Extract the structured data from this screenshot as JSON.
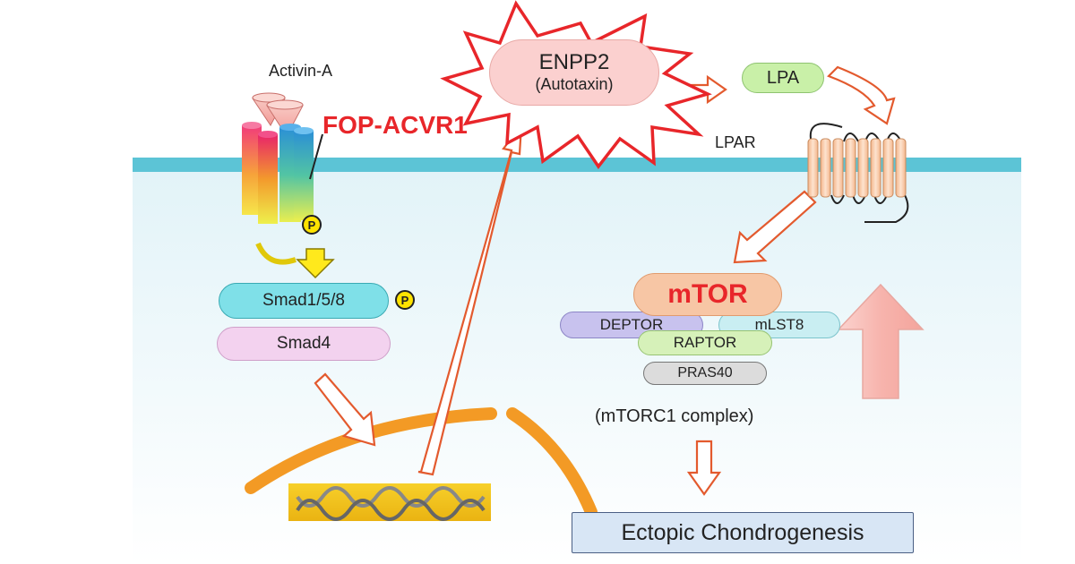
{
  "labels": {
    "activin": "Activin-A",
    "fop_acvr1": "FOP-ACVR1",
    "enpp2": "ENPP2",
    "autotaxin": "(Autotaxin)",
    "lpa": "LPA",
    "lpar": "LPAR",
    "p": "P",
    "smad158": "Smad1/5/8",
    "smad4": "Smad4",
    "mtor": "mTOR",
    "deptor": "DEPTOR",
    "mlst8": "mLST8",
    "raptor": "RAPTOR",
    "pras40": "PRAS40",
    "mtorc1": "(mTORC1 complex)",
    "ectopic": "Ectopic Chondrogenesis"
  },
  "colors": {
    "membrane": "#5cc4d6",
    "cytoplasm_top": "#e4f4f8",
    "mtor_pill": "#f7c6a5",
    "fop_text": "#e8262a",
    "mtor_text": "#e8262a",
    "smad158_pill": "#7fe0e8",
    "smad4_pill": "#f3d2ef",
    "lpa_pill": "#c9f0a8",
    "arrow_outline": "#e35a2e",
    "nucleus_envelope": "#f39a25",
    "dna_box": "#f3c21b",
    "ectopic_box": "#d8e6f5",
    "big_arrow": "#f7b8b0"
  }
}
